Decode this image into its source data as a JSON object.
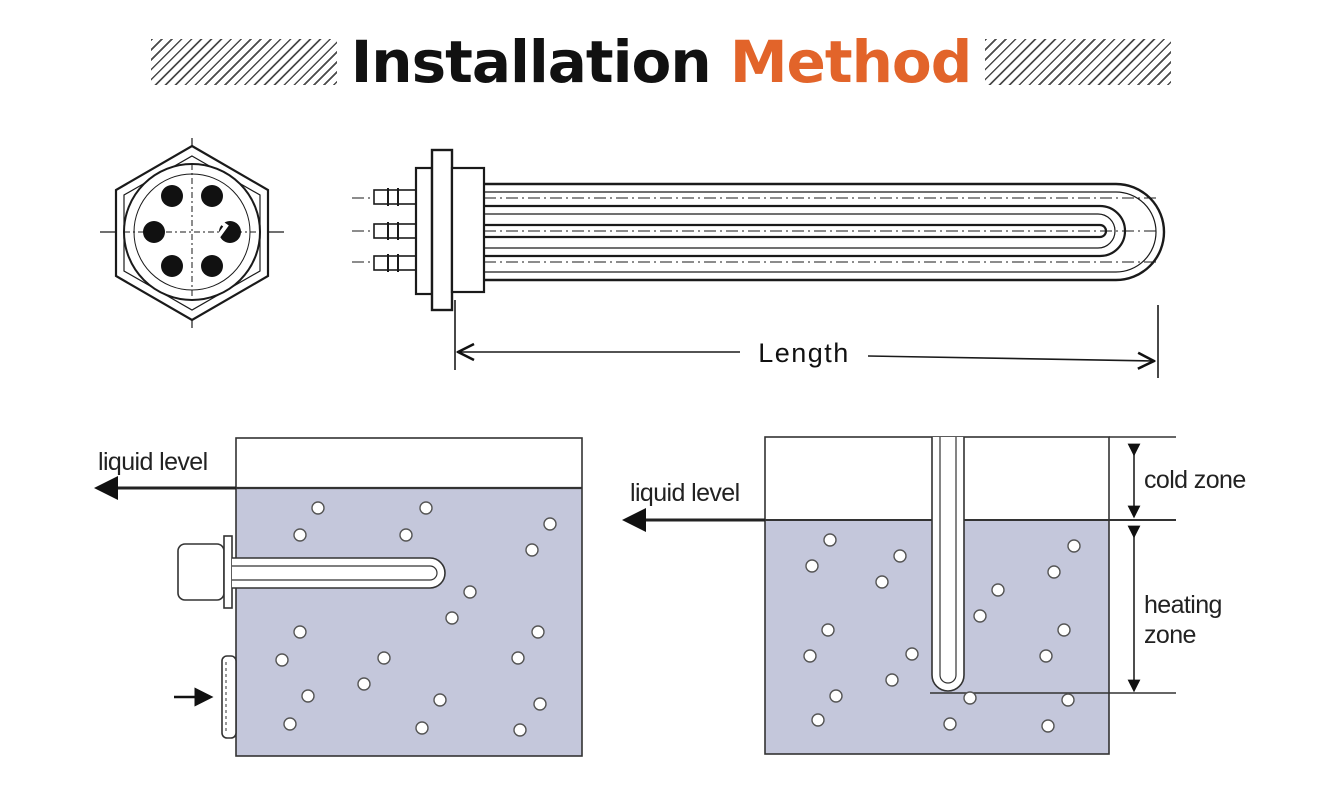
{
  "title": {
    "part1": "Installation",
    "part2": "Method"
  },
  "colors": {
    "accent": "#e2642a",
    "liquid": "#c4c7db",
    "ink": "#1a1a1a"
  },
  "labels": {
    "length": "Length",
    "liquid_level_left": "liquid level",
    "liquid_level_right": "liquid level",
    "cold_zone": "cold zone",
    "heating_zone_line1": "heating",
    "heating_zone_line2": "zone"
  }
}
